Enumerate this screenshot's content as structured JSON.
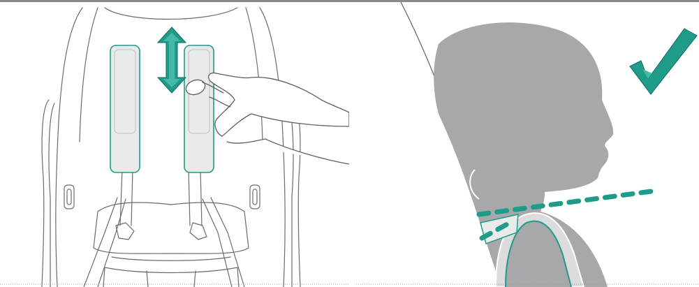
{
  "figure": {
    "panels": [
      {
        "id": "left",
        "subject": "stroller-seat-harness",
        "action": "adjust-shoulder-pads-height"
      },
      {
        "id": "right",
        "subject": "child-head-profile",
        "result": "correct-fit"
      }
    ],
    "icons": [
      "double-arrow-icon",
      "hand-icon",
      "checkmark-icon"
    ],
    "colors": {
      "accent": "#1f9b8a",
      "silhouette": "#a7a8aa",
      "line": "#6b6b6b",
      "pad_fill": "#e9eaea",
      "rule": "#8a8a8a"
    }
  }
}
